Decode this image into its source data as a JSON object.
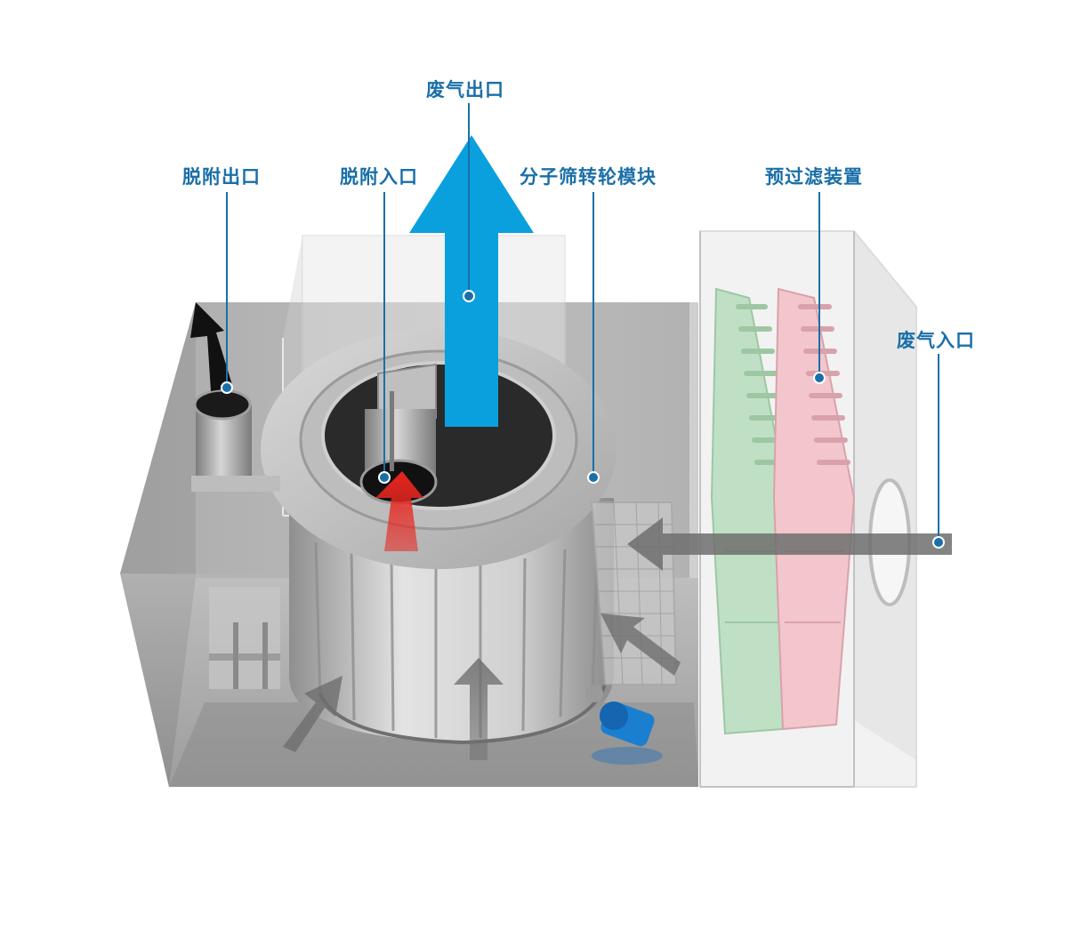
{
  "callouts": {
    "exhaust_outlet": "废气出口",
    "desorption_outlet": "脱附出口",
    "desorption_inlet": "脱附入口",
    "zeolite_rotor_module": "分子筛转轮模块",
    "pre_filter_device": "预过滤装置",
    "exhaust_inlet": "废气入口"
  },
  "colors": {
    "label_text": "#1a6fa8",
    "leader_line": "#1a6fa8",
    "exhaust_arrow": "#0aa0de",
    "desorption_inlet_arrow": "#e8261f",
    "desorption_outlet_arrow": "#111111",
    "airflow_arrow": "#6e6e6e",
    "housing": "#9a9a9a",
    "filter_green": "#bfe0c4",
    "filter_pink": "#f2c6cc",
    "motor": "#1a7fd0"
  }
}
